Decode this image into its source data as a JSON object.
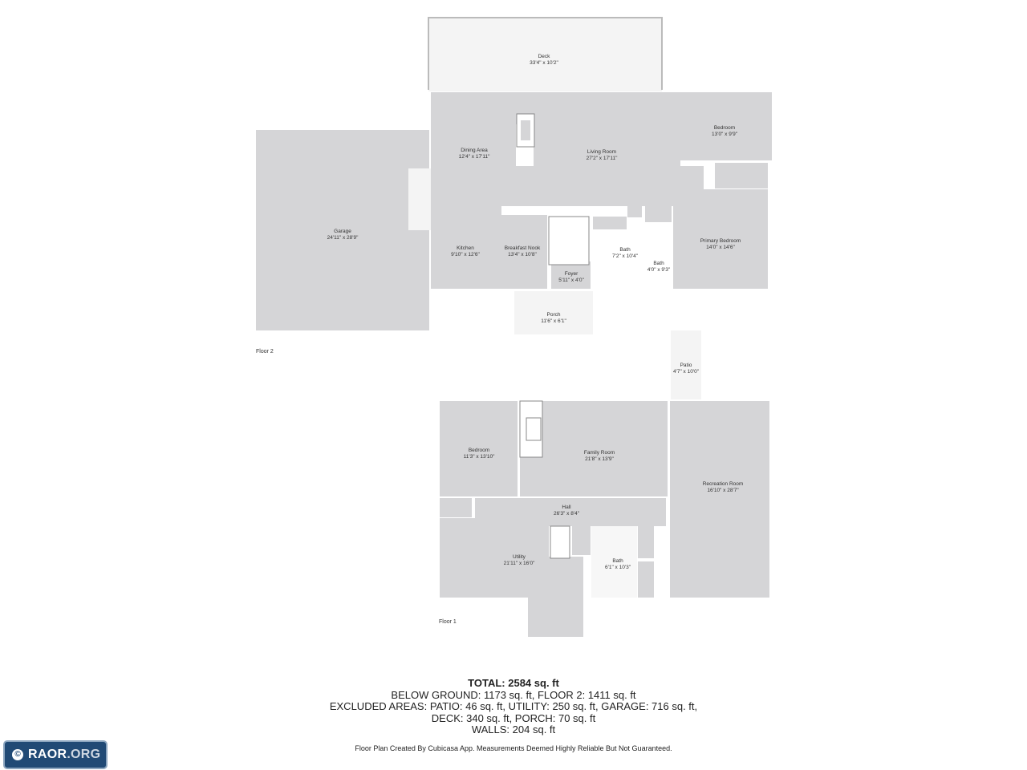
{
  "floor2": {
    "label": "Floor 2",
    "rooms": {
      "deck": {
        "name": "Deck",
        "dims": "33'4\" x 10'2\""
      },
      "dining": {
        "name": "Dining Area",
        "dims": "12'4\" x 17'11\""
      },
      "living": {
        "name": "Living Room",
        "dims": "27'2\" x 17'11\""
      },
      "bedroom": {
        "name": "Bedroom",
        "dims": "13'0\" x 9'9\""
      },
      "garage": {
        "name": "Garage",
        "dims": "24'11\" x 28'9\""
      },
      "kitchen": {
        "name": "Kitchen",
        "dims": "9'10\" x 12'6\""
      },
      "nook": {
        "name": "Breakfast Nook",
        "dims": "13'4\" x 10'8\""
      },
      "bath1": {
        "name": "Bath",
        "dims": "7'2\" x 10'4\""
      },
      "bath2": {
        "name": "Bath",
        "dims": "4'0\" x 9'3\""
      },
      "primary": {
        "name": "Primary Bedroom",
        "dims": "14'0\" x 14'6\""
      },
      "foyer": {
        "name": "Foyer",
        "dims": "5'11\" x 4'0\""
      },
      "porch": {
        "name": "Porch",
        "dims": "11'6\" x 6'1\""
      }
    }
  },
  "floor1": {
    "label": "Floor 1",
    "rooms": {
      "patio": {
        "name": "Patio",
        "dims": "4'7\" x 10'0\""
      },
      "bedroom": {
        "name": "Bedroom",
        "dims": "11'3\" x 13'10\""
      },
      "family": {
        "name": "Family Room",
        "dims": "21'8\" x 13'9\""
      },
      "recreation": {
        "name": "Recreation Room",
        "dims": "16'10\" x 28'7\""
      },
      "hall": {
        "name": "Hall",
        "dims": "26'3\" x 8'4\""
      },
      "utility": {
        "name": "Utility",
        "dims": "21'11\" x 16'0\""
      },
      "bath": {
        "name": "Bath",
        "dims": "6'1\" x 10'3\""
      }
    }
  },
  "summary": {
    "total": "TOTAL: 2584 sq. ft",
    "line1": "BELOW GROUND: 1173 sq. ft, FLOOR 2: 1411 sq. ft",
    "line2": "EXCLUDED AREAS: PATIO: 46 sq. ft, UTILITY: 250 sq. ft, GARAGE: 716 sq. ft,",
    "line3": "DECK: 340 sq. ft, PORCH: 70 sq. ft",
    "line4": "WALLS: 204 sq. ft"
  },
  "disclaimer": "Floor Plan Created By Cubicasa App. Measurements Deemed Highly Reliable But Not Guaranteed.",
  "logo": {
    "main": "RAOR",
    "suffix": ".ORG"
  },
  "colors": {
    "room_fill": "#d5d5d7",
    "outdoor_fill": "#f4f4f4",
    "logo_bg": "#214a75"
  }
}
